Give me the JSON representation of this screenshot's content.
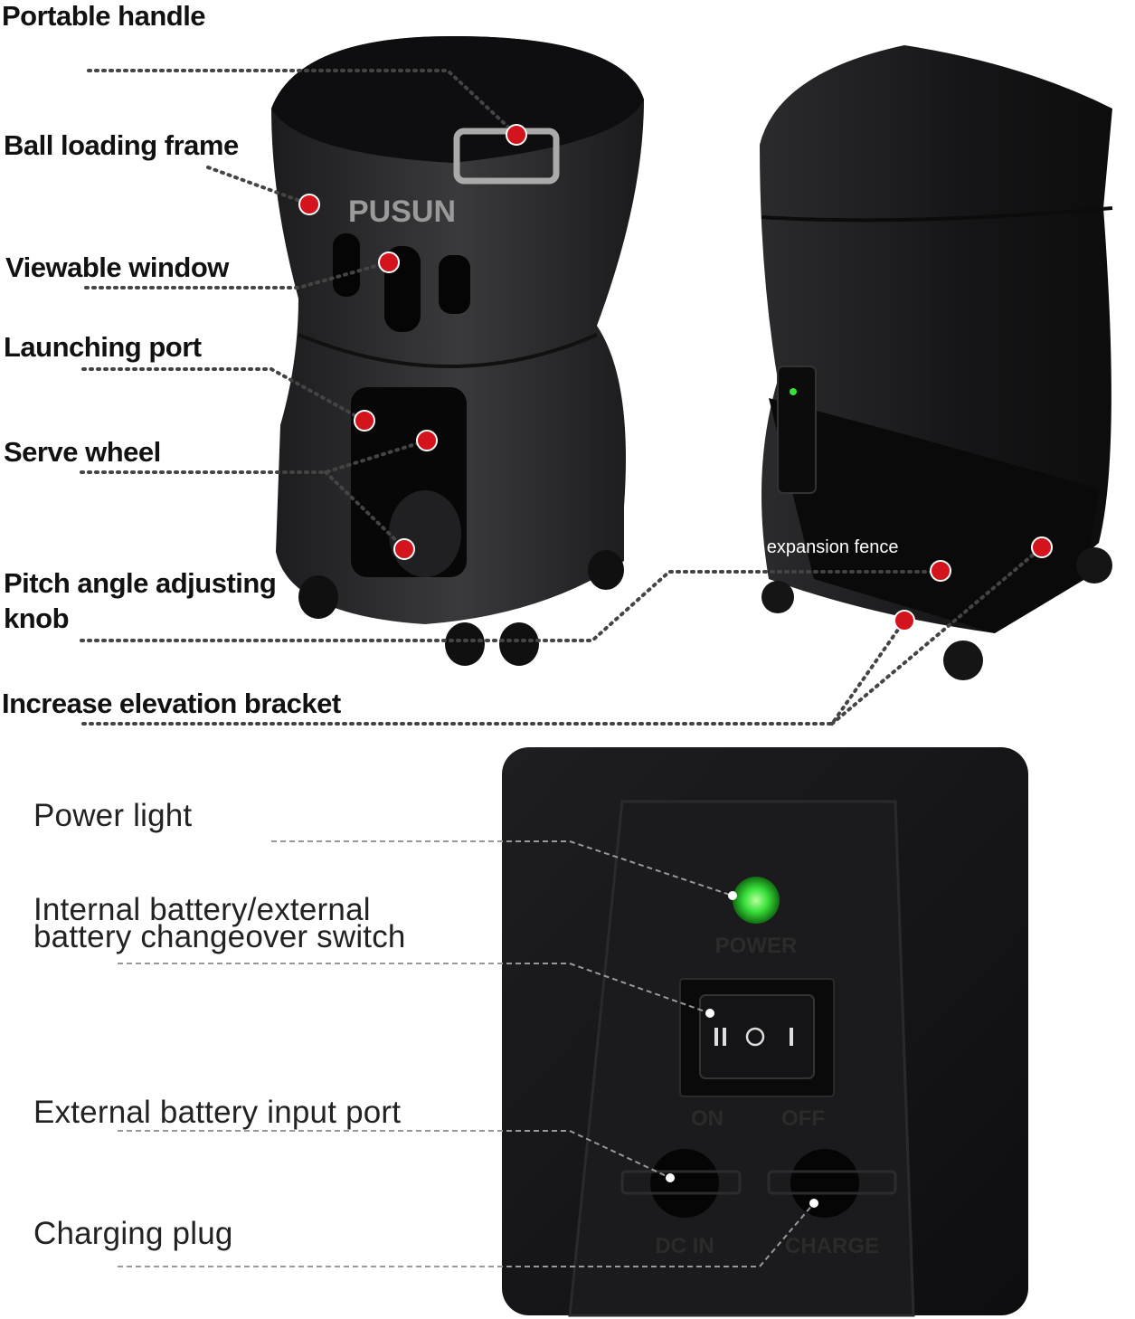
{
  "brand": "PUSUN",
  "labels": {
    "portable_handle": "Portable handle",
    "ball_loading_frame": "Ball loading frame",
    "viewable_window": "Viewable window",
    "launching_port": "Launching port",
    "serve_wheel": "Serve wheel",
    "pitch_angle_line1": "Pitch angle adjusting",
    "pitch_angle_line2": "knob",
    "increase_elevation": "Increase elevation bracket",
    "expansion_fence": "an expansion fence"
  },
  "panel": {
    "power_light": "Power light",
    "switch_line1": "Internal battery/external",
    "switch_line2": "battery changeover switch",
    "external_port": "External battery input port",
    "charging_plug": "Charging plug",
    "power_marking": "POWER",
    "on_marking": "ON",
    "off_marking": "OFF",
    "dcin_marking": "DC IN",
    "charge_marking": "CHARGE"
  },
  "colors": {
    "marker": "#d4141c",
    "machine": "#2a2a2c",
    "power_led": "#39e03a"
  }
}
